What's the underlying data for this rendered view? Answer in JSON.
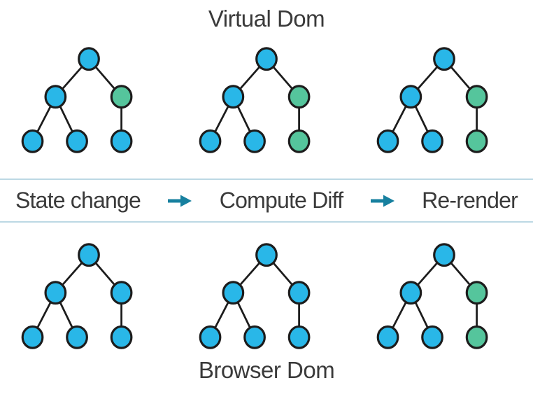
{
  "header": {
    "title": "Virtual Dom"
  },
  "footer": {
    "title": "Browser Dom"
  },
  "pipeline": {
    "steps": [
      "State change",
      "Compute Diff",
      "Re-render"
    ],
    "arrow_icon": "arrow-right"
  },
  "trees": {
    "node_order": [
      "root",
      "left-child",
      "right-child",
      "left-leaf",
      "middle-leaf",
      "right-leaf"
    ],
    "virtual_dom": [
      {
        "name": "virtual-tree-1",
        "nodes": [
          "blue",
          "blue",
          "green",
          "blue",
          "blue",
          "blue"
        ]
      },
      {
        "name": "virtual-tree-2",
        "nodes": [
          "blue",
          "blue",
          "green",
          "blue",
          "blue",
          "green"
        ]
      },
      {
        "name": "virtual-tree-3",
        "nodes": [
          "blue",
          "blue",
          "green",
          "blue",
          "blue",
          "green"
        ]
      }
    ],
    "browser_dom": [
      {
        "name": "browser-tree-1",
        "nodes": [
          "blue",
          "blue",
          "blue",
          "blue",
          "blue",
          "blue"
        ]
      },
      {
        "name": "browser-tree-2",
        "nodes": [
          "blue",
          "blue",
          "blue",
          "blue",
          "blue",
          "blue"
        ]
      },
      {
        "name": "browser-tree-3",
        "nodes": [
          "blue",
          "blue",
          "green",
          "blue",
          "blue",
          "green"
        ]
      }
    ]
  },
  "colors": {
    "node_blue": "#29B7E8",
    "node_green": "#55C59C",
    "node_stroke": "#1C1C1C",
    "edge": "#1C1C1C",
    "arrow": "#17809F",
    "divider": "#BCD8E4",
    "text": "#3A3A3A"
  }
}
